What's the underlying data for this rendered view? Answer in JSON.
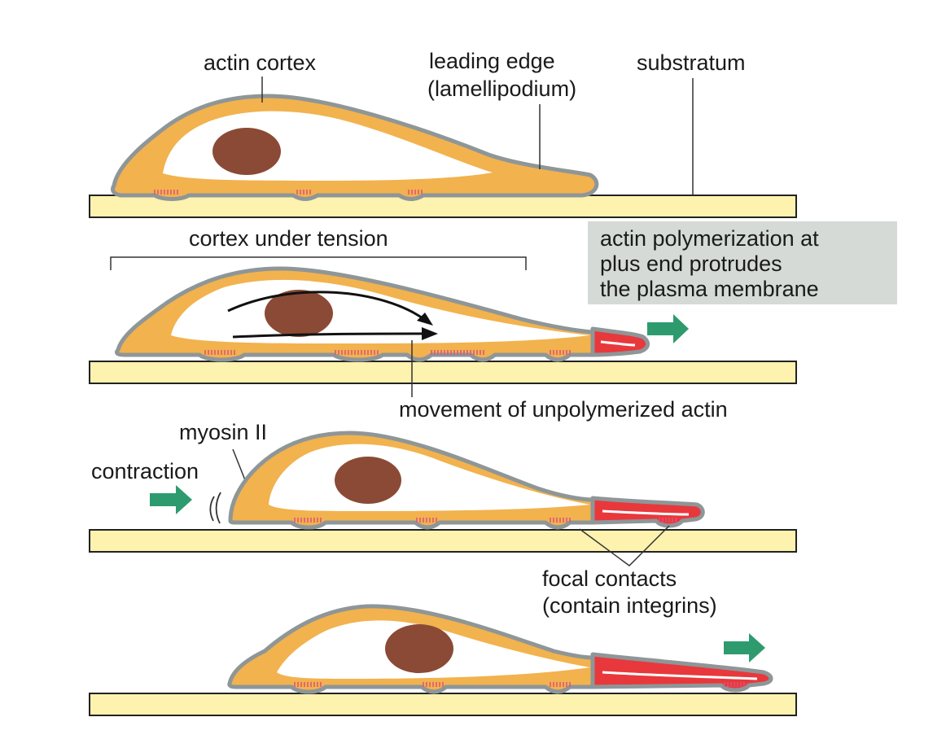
{
  "labels": {
    "actin_cortex": "actin cortex",
    "leading_edge_line1": "leading edge",
    "leading_edge_line2": "(lamellipodium)",
    "substratum": "substratum",
    "cortex_under_tension": "cortex under tension",
    "polymerization_line1": "actin polymerization at",
    "polymerization_line2": "plus end protrudes",
    "polymerization_line3": "the plasma membrane",
    "movement_unpolymerized": "movement of unpolymerized actin",
    "myosin_ii": "myosin II",
    "contraction": "contraction",
    "focal_contacts_line1": "focal contacts",
    "focal_contacts_line2": "(contain integrins)"
  },
  "colors": {
    "cortex": "#F2B24E",
    "membrane_outline": "#8E9698",
    "cytoplasm": "#FFFFFF",
    "nucleus": "#8B4A35",
    "actin_polymerizing": "#E8383C",
    "substratum": "#FDF2AE",
    "arrow": "#2E9B6E",
    "callout_box": "#D5DAD6",
    "focal_contact_marks": "#E0507A"
  }
}
